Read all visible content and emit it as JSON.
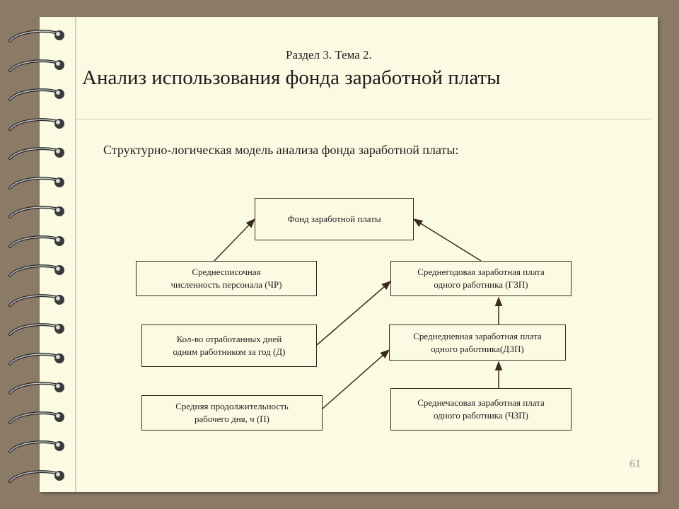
{
  "slide": {
    "section_label": "Раздел 3. Тема 2.",
    "title": "Анализ использования фонда заработной платы",
    "caption": "Структурно-логическая модель анализа фонда заработной платы:",
    "page_number": "61"
  },
  "nodes": {
    "fund": {
      "lines": [
        "Фонд заработной платы"
      ]
    },
    "staff": {
      "lines": [
        "Среднесписочная",
        "численность персонала (ЧР)"
      ]
    },
    "days": {
      "lines": [
        "Кол-во отработанных дней",
        "одним работником за год (Д)"
      ]
    },
    "hours": {
      "lines": [
        "Средняя продолжительность",
        "рабочего дня, ч (П)"
      ]
    },
    "annual": {
      "lines": [
        "Среднегодовая заработная плата",
        "одного работника (ГЗП)"
      ]
    },
    "daily": {
      "lines": [
        "Среднедневная заработная плата",
        "одного работника(ДЗП)"
      ]
    },
    "hourly": {
      "lines": [
        "Среднечасовая заработная плата",
        "одного работника (ЧЗП)"
      ]
    }
  },
  "colors": {
    "page": "#fbfbe3",
    "frame": "#8b7a66",
    "line": "#3a2a1a"
  }
}
